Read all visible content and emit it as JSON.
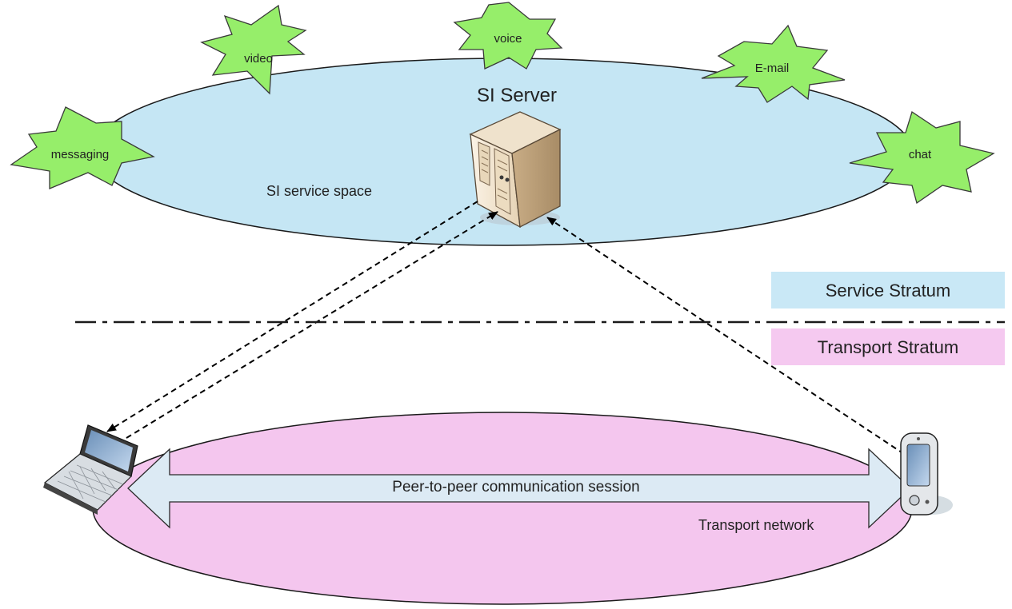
{
  "service_bursts": [
    {
      "id": "video",
      "label": "video"
    },
    {
      "id": "voice",
      "label": "voice"
    },
    {
      "id": "email",
      "label": "E-mail"
    },
    {
      "id": "messaging",
      "label": "messaging"
    },
    {
      "id": "chat",
      "label": "chat"
    }
  ],
  "server_label": "SI Server",
  "service_space_label": "SI service space",
  "service_stratum_label": "Service Stratum",
  "transport_stratum_label": "Transport Stratum",
  "session_label": "Peer-to-peer communication session",
  "transport_network_label": "Transport network",
  "colors": {
    "service_ellipse": "#c5e6f4",
    "transport_ellipse": "#f4c6ee",
    "burst_fill": "#96ee6a",
    "service_band": "#c9e8f6",
    "transport_band": "#f5c9f0",
    "session_arrow": "#dceaf4"
  }
}
